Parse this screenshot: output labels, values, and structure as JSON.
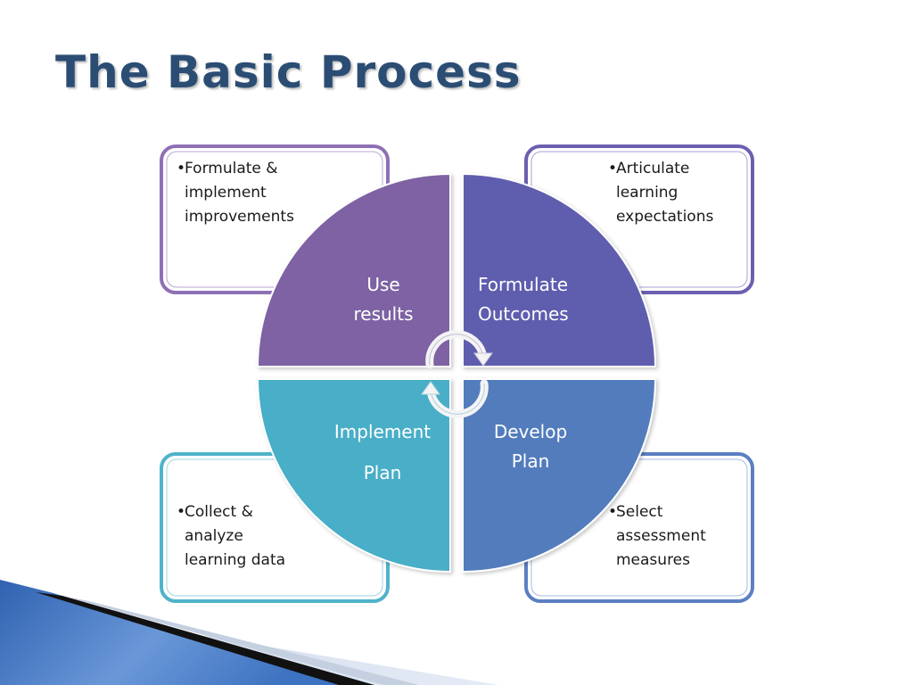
{
  "slide": {
    "title": "The Basic Process"
  },
  "colors": {
    "title": "#2b4d74",
    "use_results": "#7e62a3",
    "formulate_outcomes": "#5f5dae",
    "implement_plan": "#4aaec7",
    "develop_plan": "#527bbd",
    "box_top_left_border": "#8e70b4",
    "box_top_right_border": "#6c5fb0",
    "box_bottom_left_border": "#4fb3c9",
    "box_bottom_right_border": "#5b7fc2",
    "corner_band_blue": "#3f74c2"
  },
  "quadrants": [
    {
      "id": "use-results",
      "lines": [
        "Use",
        "results"
      ]
    },
    {
      "id": "formulate-outcomes",
      "lines": [
        "Formulate",
        "Outcomes"
      ]
    },
    {
      "id": "implement-plan",
      "lines": [
        "Implement",
        "Plan"
      ]
    },
    {
      "id": "develop-plan",
      "lines": [
        "Develop",
        "Plan"
      ]
    }
  ],
  "boxes": [
    {
      "id": "top-left",
      "bullet": "•",
      "lines": [
        "Formulate &",
        "implement",
        "improvements"
      ]
    },
    {
      "id": "top-right",
      "bullet": "•",
      "lines": [
        "Articulate",
        "learning",
        "expectations"
      ]
    },
    {
      "id": "bottom-left",
      "bullet": "•",
      "lines": [
        "Collect &",
        "analyze",
        "learning data"
      ]
    },
    {
      "id": "bottom-right",
      "bullet": "•",
      "lines": [
        "Select",
        "assessment",
        "measures"
      ]
    }
  ],
  "icons": {
    "top_arrow": "circular-arrow-icon",
    "bottom_arrow": "circular-arrow-icon"
  }
}
